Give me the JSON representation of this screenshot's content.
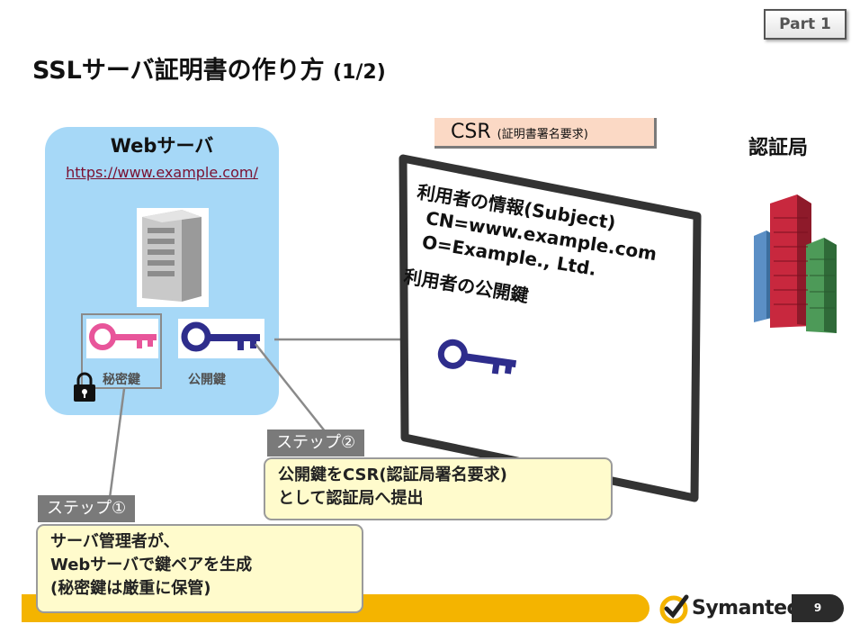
{
  "part_label": "Part 1",
  "title": {
    "main": "SSLサーバ証明書の作り方",
    "sub": "(1/2)"
  },
  "web_server": {
    "title": "Webサーバ",
    "url": "https://www.example.com/",
    "private_key_label": "秘密鍵",
    "public_key_label": "公開鍵"
  },
  "csr": {
    "label": "CSR",
    "label_note": "(証明書署名要求)",
    "subject_heading": "利用者の情報(Subject)",
    "cn": "CN=www.example.com",
    "o": "O=Example., Ltd.",
    "public_key_heading": "利用者の公開鍵"
  },
  "ca": {
    "label": "認証局"
  },
  "steps": [
    {
      "tag": "ステップ①",
      "lines": [
        "サーバ管理者が、",
        "Webサーバで鍵ペアを生成",
        "(秘密鍵は厳重に保管)"
      ]
    },
    {
      "tag": "ステップ②",
      "lines": [
        "公開鍵をCSR(認証局署名要求)",
        "として認証局へ提出"
      ]
    }
  ],
  "footer": {
    "brand": "Symantec.",
    "page_number": "9"
  },
  "colors": {
    "server_bg": "#a6d8f7",
    "private_key": "#e8559a",
    "public_key": "#2e2d8c",
    "csr_label_bg": "#fbd9c5",
    "callout_bg": "#fffbcc",
    "footer_bar": "#f4b400"
  }
}
